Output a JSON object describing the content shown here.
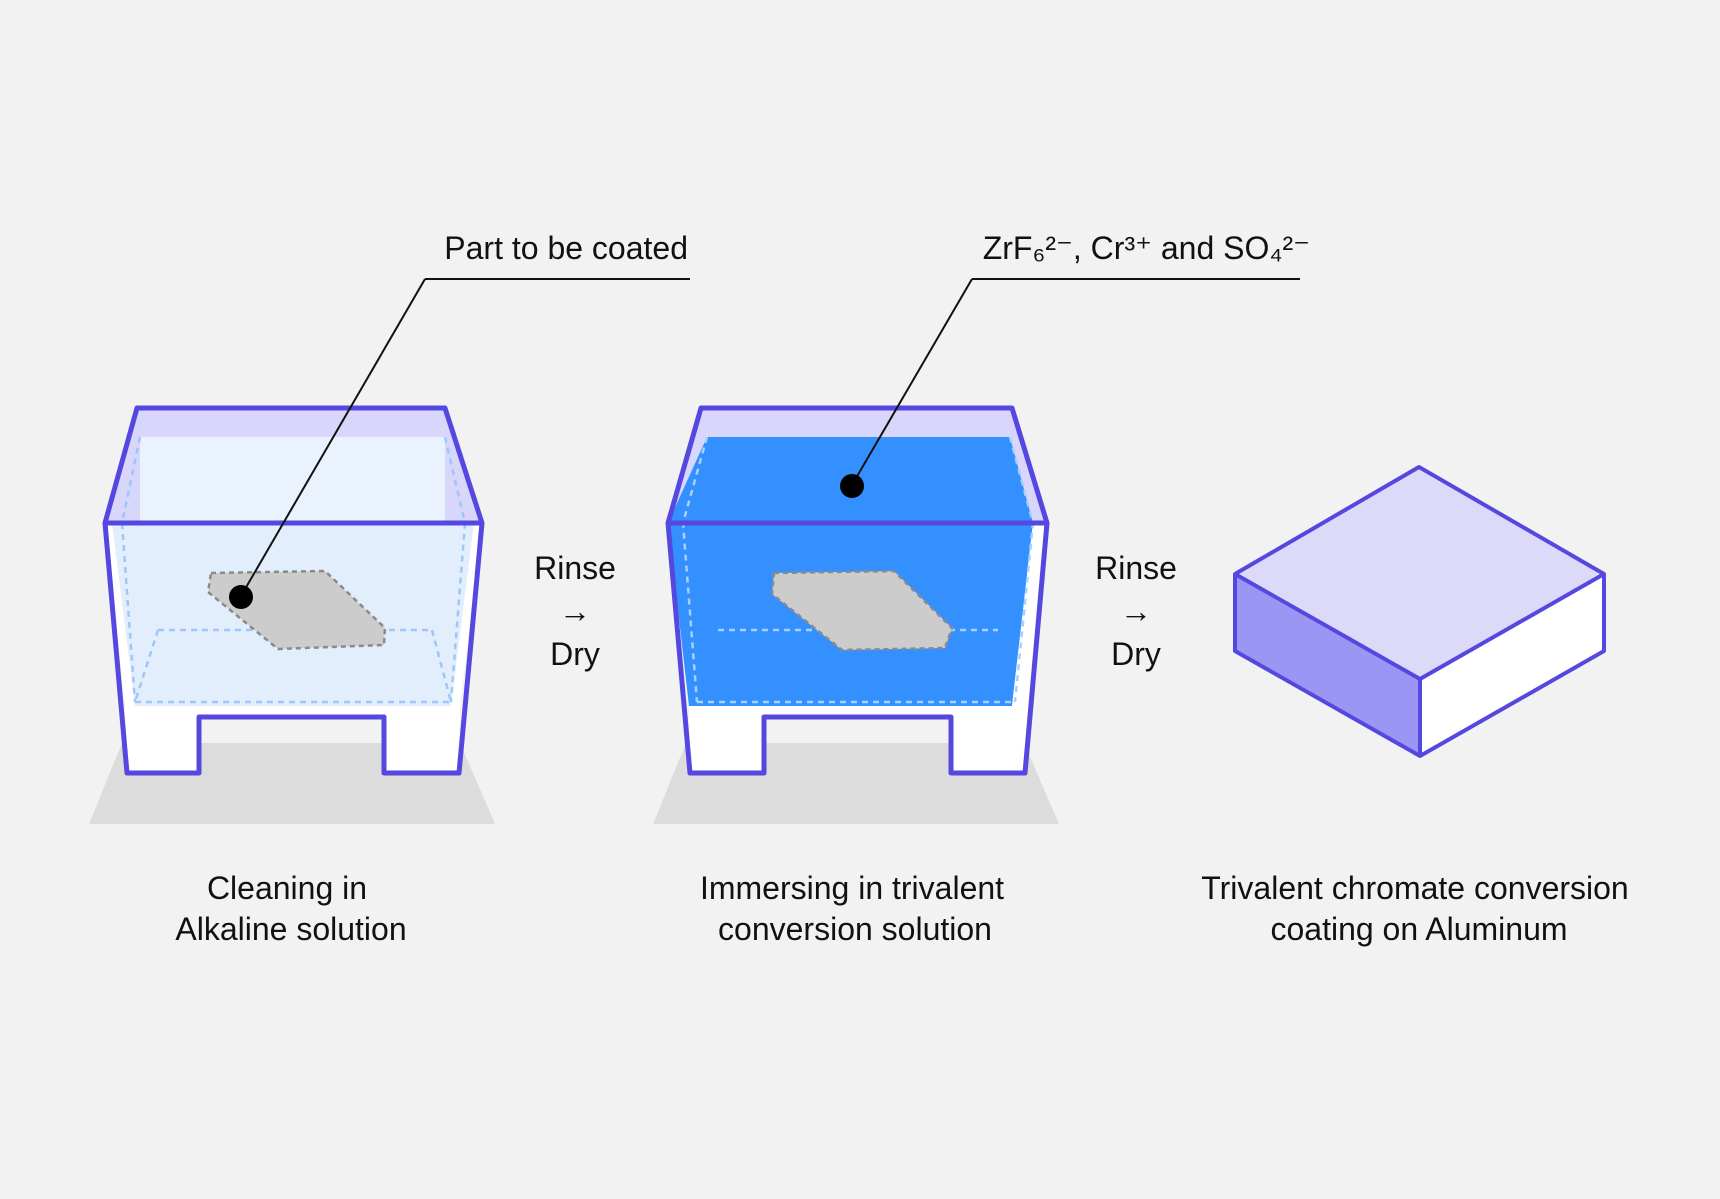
{
  "callouts": {
    "part": "Part to be coated",
    "ions": "ZrF₆²⁻, Cr³⁺ and SO₄²⁻"
  },
  "steps": [
    {
      "rinse": "Rinse",
      "arrow": "→",
      "dry": "Dry"
    },
    {
      "rinse": "Rinse",
      "arrow": "→",
      "dry": "Dry"
    }
  ],
  "captions": [
    {
      "line1": "Cleaning in",
      "line2": "Alkaline solution"
    },
    {
      "line1": "Immersing in trivalent",
      "line2": "conversion solution"
    },
    {
      "line1": "Trivalent chromate conversion",
      "line2": "coating on Aluminum"
    }
  ],
  "colors": {
    "background": "#f2f2f2",
    "tank_outline": "#5548e0",
    "tank_rim_fill": "#d8d6fb",
    "alkaline_solution": "#e3eefc",
    "conversion_solution": "#3490ff",
    "part_fill": "#cccccc",
    "shadow": "#dcdcdc",
    "block_top": "#dcdaf8",
    "block_left": "#9b96f3",
    "block_right": "#ffffff"
  }
}
